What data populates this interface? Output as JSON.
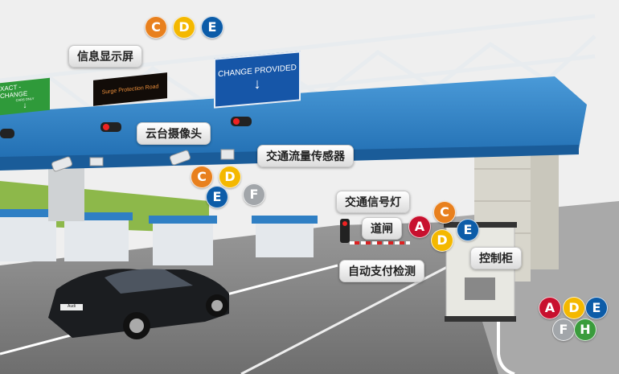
{
  "colors": {
    "A": "#c8102e",
    "C": "#e8801e",
    "D": "#f4b800",
    "E": "#0c5ca8",
    "F": "#a2a6aa",
    "H": "#3a9c3c",
    "canopy": "#2f7fc4"
  },
  "signs": {
    "exact_change": {
      "title": "XACT - CHANGE",
      "sub": "CARS ONLY",
      "icon": "arrow-down-icon"
    },
    "led_display": {
      "text": "Surge Protection Road"
    },
    "change_provided": {
      "title": "CHANGE PROVIDED",
      "icon": "arrow-down-icon"
    },
    "car_plate": "Audi"
  },
  "labels": {
    "info_display": "信息显示屏",
    "ptz_camera": "云台摄像头",
    "traffic_sensor": "交通流量传感器",
    "traffic_light": "交通信号灯",
    "barrier_gate": "道闸",
    "auto_payment": "自动支付检测",
    "control_cabinet": "控制柜"
  },
  "badge_groups": {
    "top": [
      "C",
      "D",
      "E"
    ],
    "camera": [
      "C",
      "D",
      "E",
      "F"
    ],
    "gate": [
      "A",
      "C",
      "D",
      "E"
    ],
    "cabinet": [
      "A",
      "D",
      "E",
      "F",
      "H"
    ]
  }
}
